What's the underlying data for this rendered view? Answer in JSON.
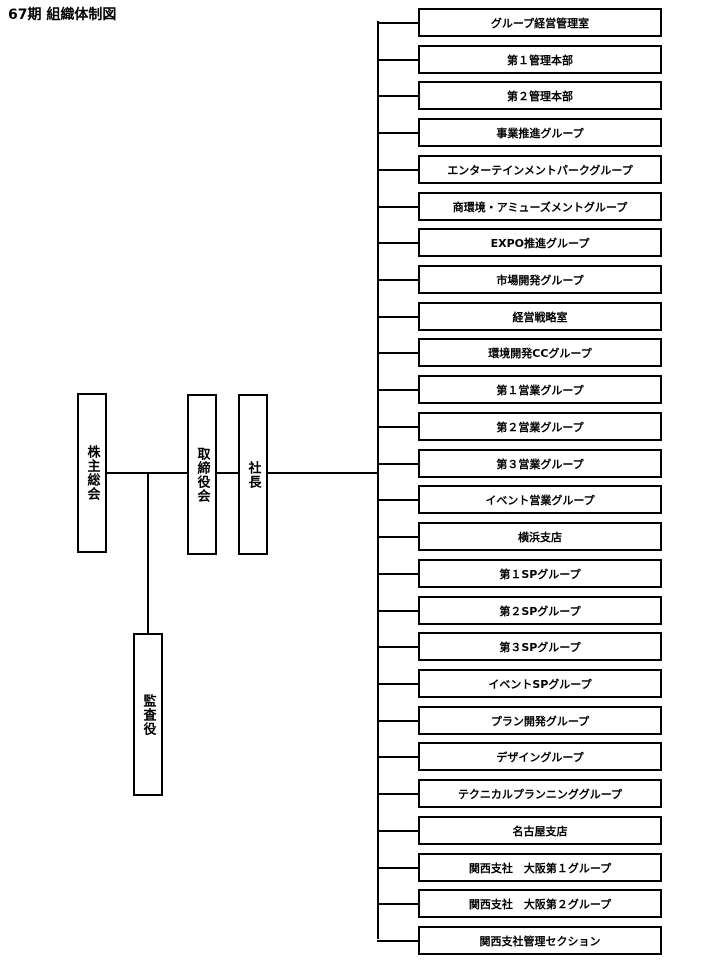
{
  "title": "67期 組織体制図",
  "shareholders": "株主総会",
  "board": "取締役会",
  "auditor": "監査役",
  "president": "社長",
  "departments": [
    "グループ経営管理室",
    "第１管理本部",
    "第２管理本部",
    "事業推進グループ",
    "エンターテインメントパークグループ",
    "商環境・アミューズメントグループ",
    "EXPO推進グループ",
    "市場開発グループ",
    "経営戦略室",
    "環境開発CCグループ",
    "第１営業グループ",
    "第２営業グループ",
    "第３営業グループ",
    "イベント営業グループ",
    "横浜支店",
    "第１SPグループ",
    "第２SPグループ",
    "第３SPグループ",
    "イベントSPグループ",
    "プラン開発グループ",
    "デザイングループ",
    "テクニカルプランニンググループ",
    "名古屋支店",
    "関西支社　大阪第１グループ",
    "関西支社　大阪第２グループ",
    "関西支社管理セクション"
  ]
}
